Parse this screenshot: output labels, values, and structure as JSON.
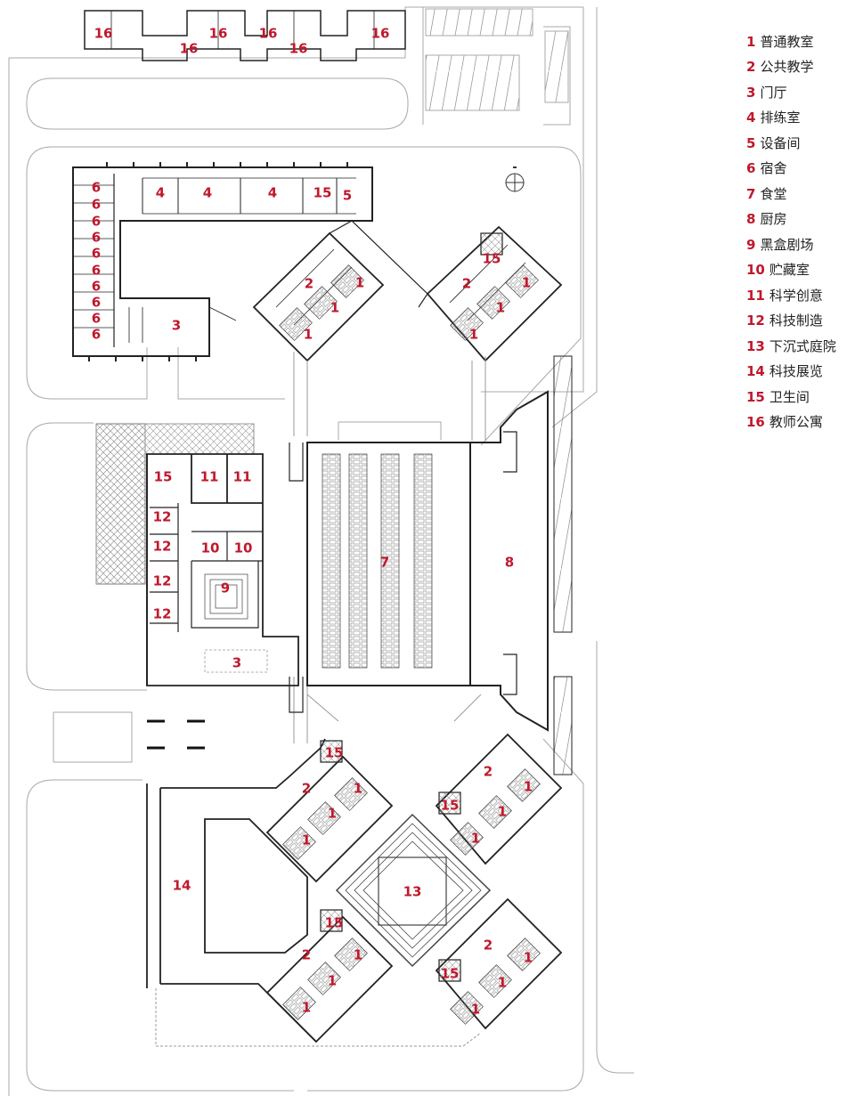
{
  "legend": [
    {
      "num": "1",
      "label": "普通教室"
    },
    {
      "num": "2",
      "label": "公共教学"
    },
    {
      "num": "3",
      "label": "门厅"
    },
    {
      "num": "4",
      "label": "排练室"
    },
    {
      "num": "5",
      "label": "设备间"
    },
    {
      "num": "6",
      "label": "宿舍"
    },
    {
      "num": "7",
      "label": "食堂"
    },
    {
      "num": "8",
      "label": "厨房"
    },
    {
      "num": "9",
      "label": "黑盒剧场"
    },
    {
      "num": "10",
      "label": "贮藏室"
    },
    {
      "num": "11",
      "label": "科学创意"
    },
    {
      "num": "12",
      "label": "科技制造"
    },
    {
      "num": "13",
      "label": "下沉式庭院"
    },
    {
      "num": "14",
      "label": "科技展览"
    },
    {
      "num": "15",
      "label": "卫生间"
    },
    {
      "num": "16",
      "label": "教师公寓"
    }
  ],
  "room_numbers": {
    "n1": "1",
    "n2": "2",
    "n3": "3",
    "n4": "4",
    "n5": "5",
    "n6": "6",
    "n7": "7",
    "n8": "8",
    "n9": "9",
    "n10": "10",
    "n11": "11",
    "n12": "12",
    "n13": "13",
    "n14": "14",
    "n15": "15",
    "n16": "16"
  },
  "colors": {
    "label_red": "#c0182c",
    "wall": "#222222",
    "thin_line": "#9a9a9a"
  }
}
